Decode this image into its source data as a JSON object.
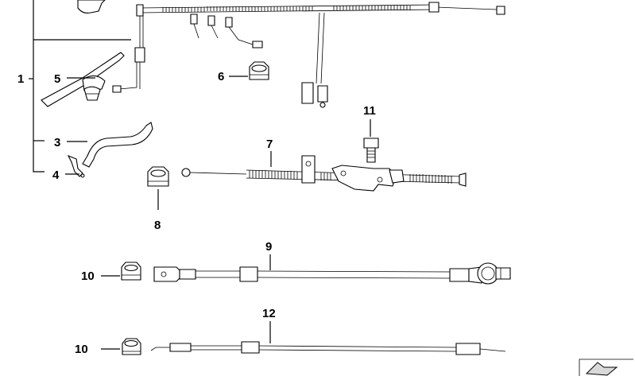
{
  "callouts": [
    {
      "id": "c1",
      "text": "1"
    },
    {
      "id": "c5",
      "text": "5"
    },
    {
      "id": "c3",
      "text": "3"
    },
    {
      "id": "c4",
      "text": "4"
    },
    {
      "id": "c6",
      "text": "6"
    },
    {
      "id": "c7",
      "text": "7"
    },
    {
      "id": "c8",
      "text": "8"
    },
    {
      "id": "c11",
      "text": "11"
    },
    {
      "id": "c9",
      "text": "9"
    },
    {
      "id": "c10a",
      "text": "10"
    },
    {
      "id": "c12",
      "text": "12"
    },
    {
      "id": "c10b",
      "text": "10"
    }
  ]
}
